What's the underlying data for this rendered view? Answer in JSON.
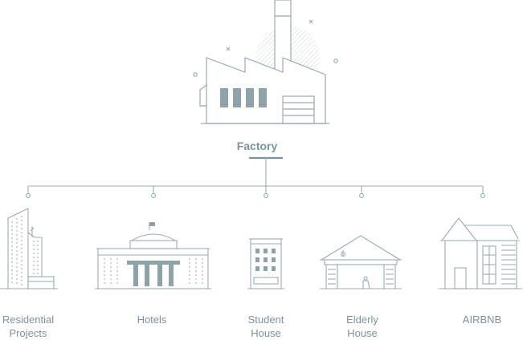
{
  "diagram": {
    "root": {
      "label": "Factory",
      "icon": "factory-icon"
    },
    "children": [
      {
        "id": "residential",
        "lines": [
          "Residential",
          "Projects"
        ],
        "icon": "residential-tower-icon"
      },
      {
        "id": "hotels",
        "lines": [
          "Hotels"
        ],
        "icon": "hotel-building-icon"
      },
      {
        "id": "student",
        "lines": [
          "Student",
          "House"
        ],
        "icon": "student-house-icon"
      },
      {
        "id": "elderly",
        "lines": [
          "Elderly",
          "House"
        ],
        "icon": "elderly-house-icon"
      },
      {
        "id": "airbnb",
        "lines": [
          "AIRBNB"
        ],
        "icon": "airbnb-house-icon"
      }
    ]
  },
  "colors": {
    "line": "#9aabb1",
    "accent": "#7d939b",
    "fill": "#e7ecee",
    "window": "#8fa2a8"
  }
}
